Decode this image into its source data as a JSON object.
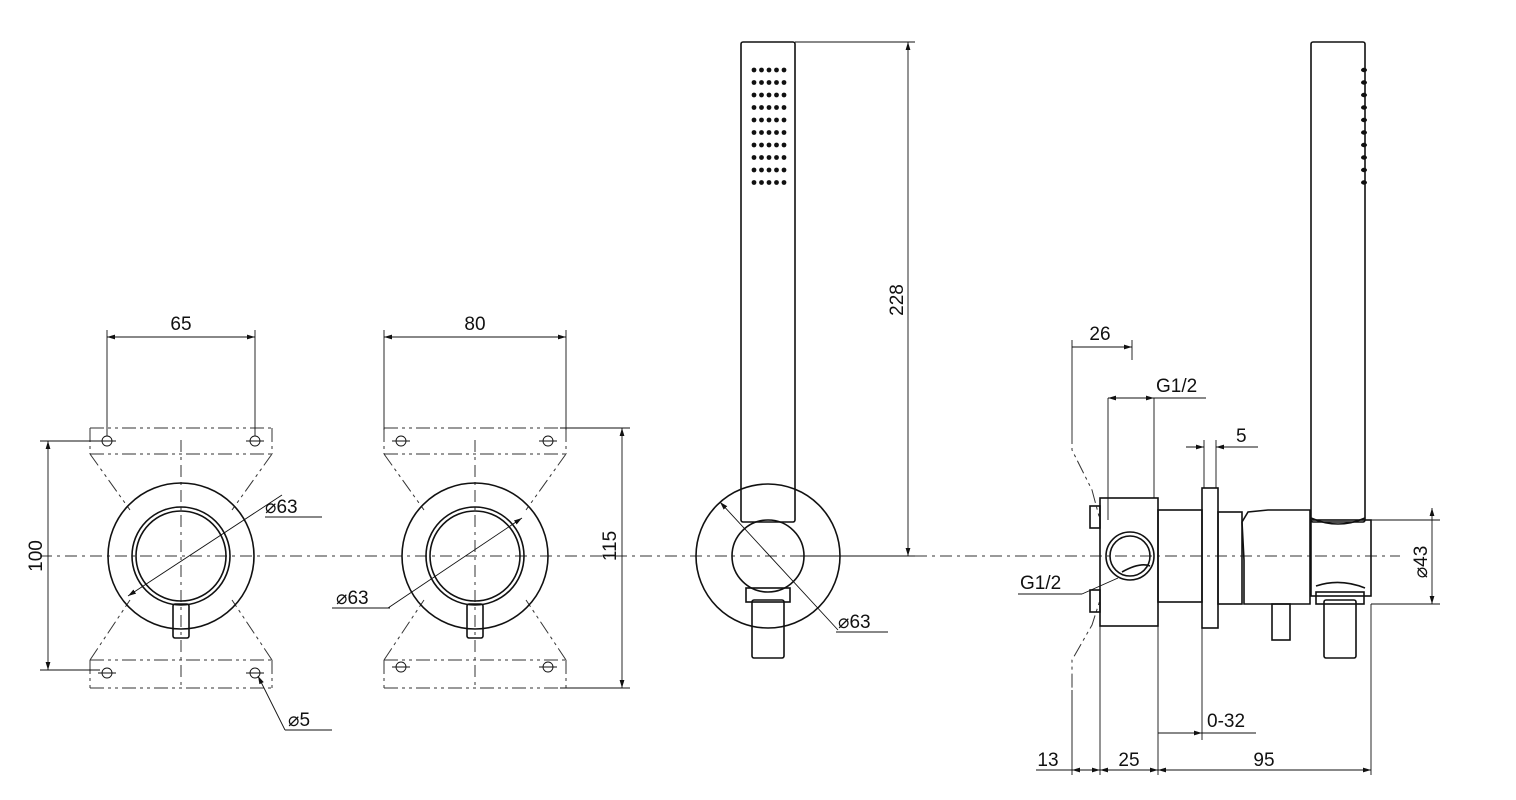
{
  "dimensions": {
    "width_65": "65",
    "width_80": "80",
    "height_100": "100",
    "height_115": "115",
    "height_228": "228",
    "dia_63_a": "63",
    "dia_63_b": "63",
    "dia_63_c": "63",
    "dia_5": "5",
    "dia_43": "43",
    "depth_26": "26",
    "thread_top": "G1/2",
    "thread_side": "G1/2",
    "plate_5": "5",
    "adjust_range": "0-32",
    "depth_13": "13",
    "depth_25": "25",
    "depth_95": "95"
  },
  "symbols": {
    "diameter": "⌀"
  },
  "colors": {
    "line": "#111111",
    "background": "#ffffff"
  }
}
